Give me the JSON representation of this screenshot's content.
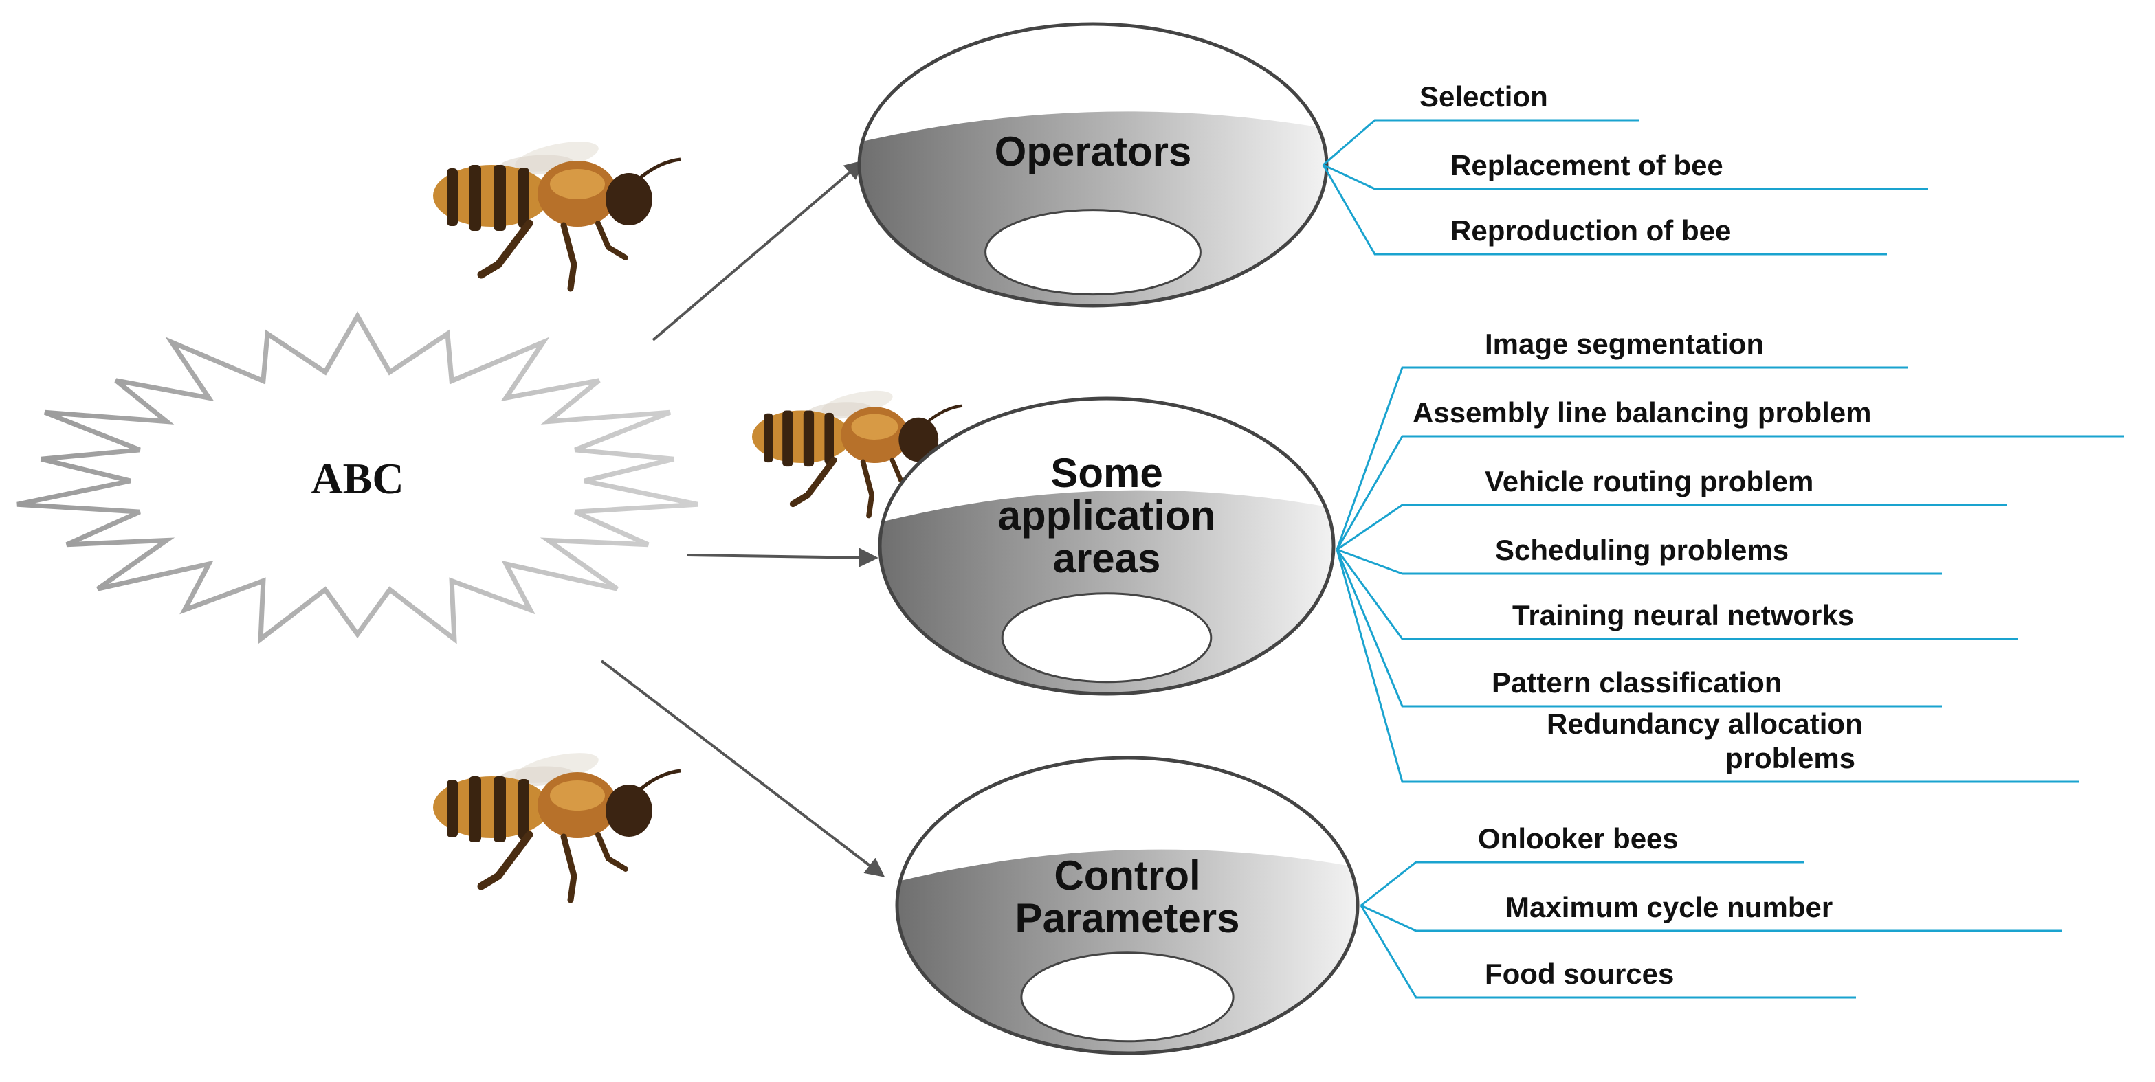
{
  "center": {
    "label": "ABC"
  },
  "colors": {
    "branch": "#1aa3cf",
    "arrow": "#555555",
    "sphere_dark": "#6f6f6f",
    "sphere_light": "#f2f2f2"
  },
  "icons": [
    "bee-image-1",
    "bee-image-2",
    "bee-image-3"
  ],
  "hubs": [
    {
      "lines": [
        "Operators"
      ],
      "items": [
        {
          "lines": [
            "Selection"
          ]
        },
        {
          "lines": [
            "Replacement of bee"
          ]
        },
        {
          "lines": [
            "Reproduction of bee"
          ]
        }
      ]
    },
    {
      "lines": [
        "Some",
        "application",
        "areas"
      ],
      "items": [
        {
          "lines": [
            "Image segmentation"
          ]
        },
        {
          "lines": [
            "Assembly line balancing problem"
          ]
        },
        {
          "lines": [
            "Vehicle routing problem"
          ]
        },
        {
          "lines": [
            "Scheduling problems"
          ]
        },
        {
          "lines": [
            "Training neural networks"
          ]
        },
        {
          "lines": [
            "Pattern classification"
          ]
        },
        {
          "lines": [
            "Redundancy allocation",
            "problems"
          ]
        }
      ]
    },
    {
      "lines": [
        "Control",
        "Parameters"
      ],
      "items": [
        {
          "lines": [
            "Onlooker bees"
          ]
        },
        {
          "lines": [
            "Maximum cycle number"
          ]
        },
        {
          "lines": [
            "Food sources"
          ]
        }
      ]
    }
  ]
}
